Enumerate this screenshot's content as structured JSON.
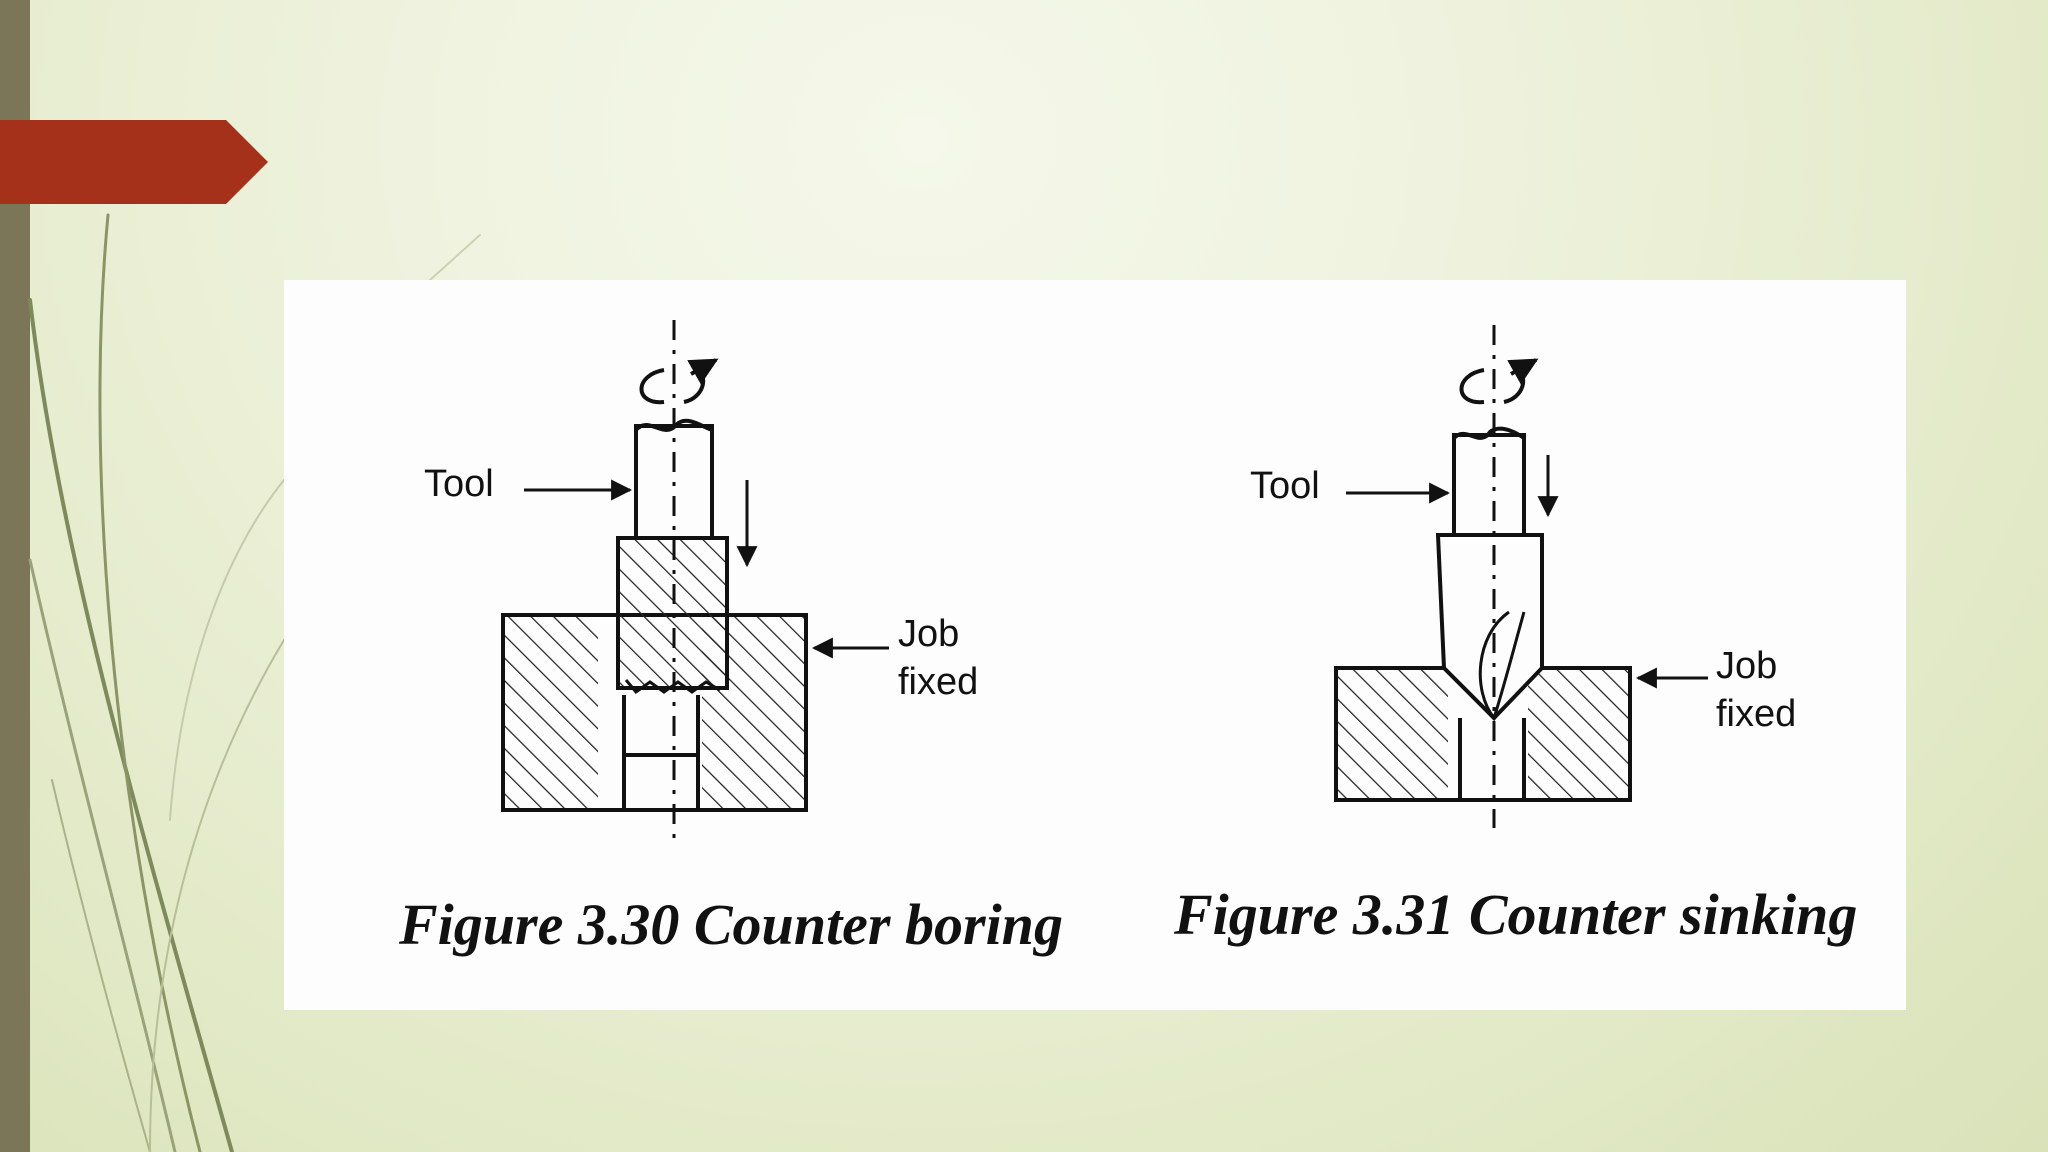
{
  "colors": {
    "accent_banner": "#a5311a",
    "left_bar": "#7b7658",
    "slide_background": "#e8eed3",
    "panel": "#fdfdfd"
  },
  "figures": [
    {
      "tool_label": "Tool",
      "job_label_line1": "Job",
      "job_label_line2": "fixed",
      "caption": "Figure 3.30 Counter boring"
    },
    {
      "tool_label": "Tool",
      "job_label_line1": "Job",
      "job_label_line2": "fixed",
      "caption": "Figure 3.31 Counter sinking"
    }
  ]
}
